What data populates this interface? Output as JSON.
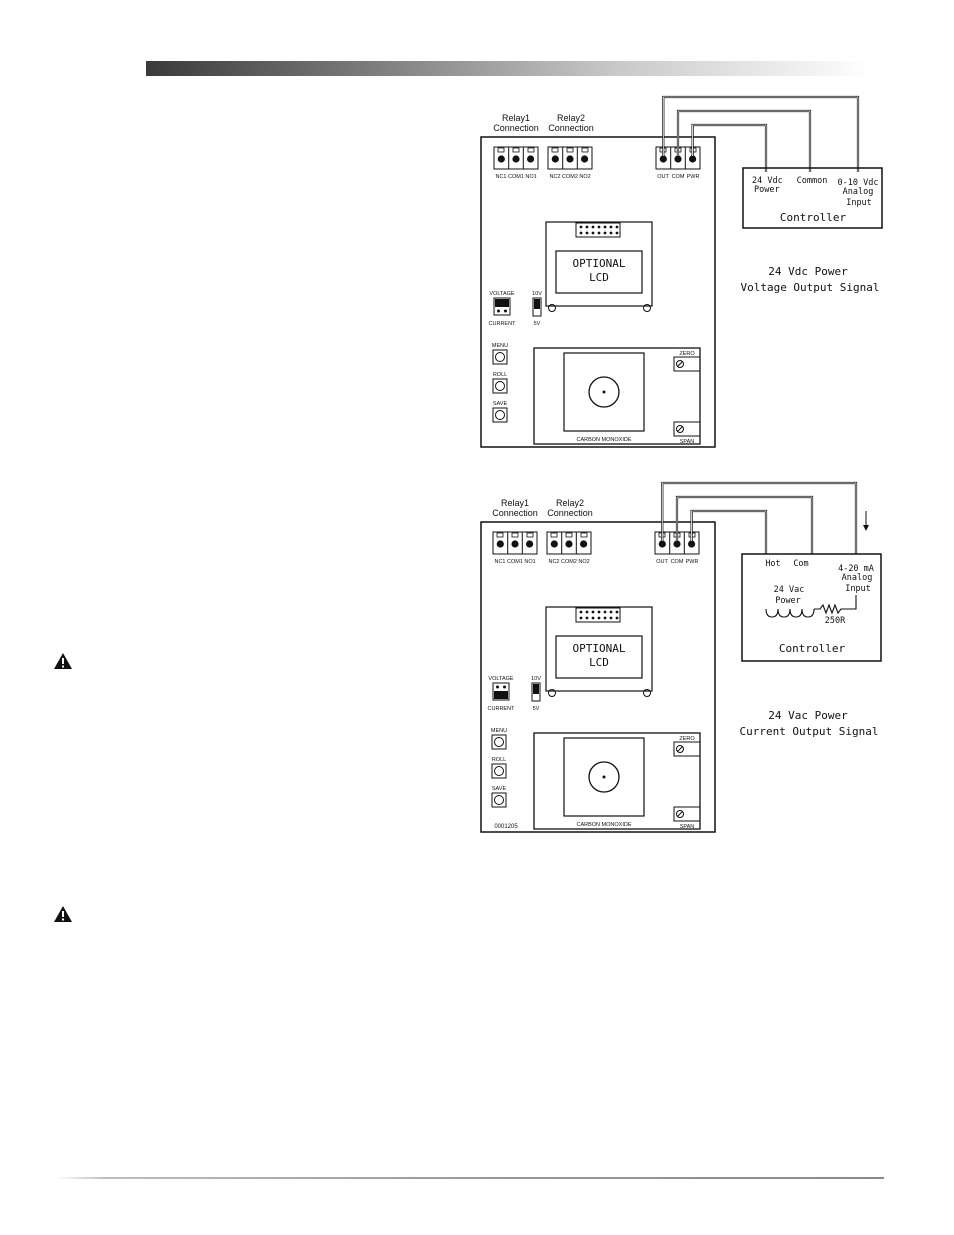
{
  "diagrams": [
    {
      "relay1": [
        "Relay1",
        "Connection"
      ],
      "relay2": [
        "Relay2",
        "Connection"
      ],
      "relay_terms": [
        "NC1",
        "COM1",
        "NO1",
        "NC2",
        "COM2",
        "NO2"
      ],
      "out_terms": [
        "OUT",
        "COM",
        "PWR"
      ],
      "lcd": [
        "OPTIONAL",
        "LCD"
      ],
      "jumper_voltage": "VOLTAGE",
      "jumper_current": "CURRENT",
      "range_hi": "10V",
      "range_lo": "5V",
      "buttons": [
        "MENU",
        "ROLL",
        "SAVE"
      ],
      "zero": "ZERO",
      "span": "SPAN",
      "sensor": "CARBON MONOXIDE",
      "board_code": "",
      "ctrl_a": [
        "24 Vdc",
        "Power"
      ],
      "ctrl_b": "Common",
      "ctrl_c": [
        "0-10 Vdc",
        "Analog",
        "Input"
      ],
      "controller": "Controller",
      "caption": [
        "24 Vdc Power",
        "Voltage Output Signal"
      ]
    },
    {
      "relay1": [
        "Relay1",
        "Connection"
      ],
      "relay2": [
        "Relay2",
        "Connection"
      ],
      "relay_terms": [
        "NC1",
        "COM1",
        "NO1",
        "NC2",
        "COM2",
        "NO2"
      ],
      "out_terms": [
        "OUT",
        "COM",
        "PWR"
      ],
      "lcd": [
        "OPTIONAL",
        "LCD"
      ],
      "jumper_voltage": "VOLTAGE",
      "jumper_current": "CURRENT",
      "range_hi": "10V",
      "range_lo": "5V",
      "buttons": [
        "MENU",
        "ROLL",
        "SAVE"
      ],
      "zero": "ZERO",
      "span": "SPAN",
      "sensor": "CARBON MONOXIDE",
      "board_code": "0001205",
      "ctrl_hot": "Hot",
      "ctrl_com": "Com",
      "ctrl_ma": [
        "4-20 mA",
        "Analog",
        "Input"
      ],
      "ctrl_power": [
        "24 Vac",
        "Power"
      ],
      "resistor": "250R",
      "controller": "Controller",
      "caption": [
        "24 Vac Power",
        "Current Output Signal"
      ]
    }
  ]
}
